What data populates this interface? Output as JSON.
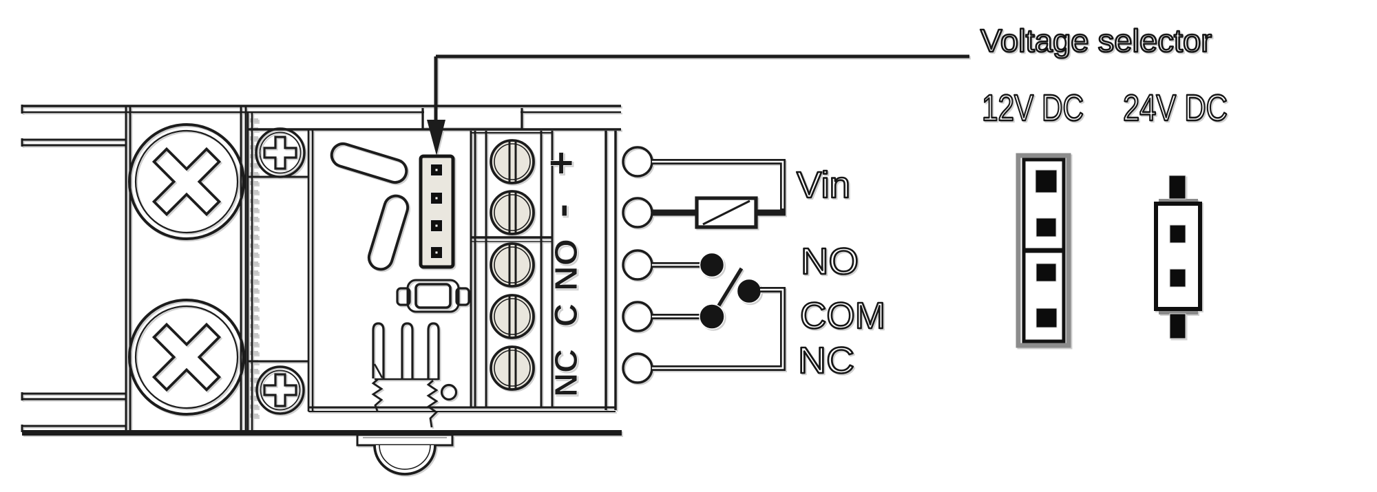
{
  "diagram": {
    "callout": {
      "label": "Voltage selector"
    },
    "voltage_options": [
      {
        "label": "12V DC",
        "jumper_caps": "two caps installed: pins 1-2 and pins 3-4"
      },
      {
        "label": "24V DC",
        "jumper_caps": "one cap installed: middle pins 2-3"
      }
    ],
    "terminal_block": {
      "labels": [
        "+",
        "-",
        "NO",
        "C",
        "NC"
      ]
    },
    "wiring": {
      "labels": [
        "Vin",
        "NO",
        "COM",
        "NC"
      ]
    },
    "colors": {
      "line": "#1c1c1c",
      "screw_fill": "#e9e6dd",
      "header_fill": "#eae7df",
      "housing_gray": "#8c8c8c",
      "shadow": "#b5b5b5"
    }
  }
}
